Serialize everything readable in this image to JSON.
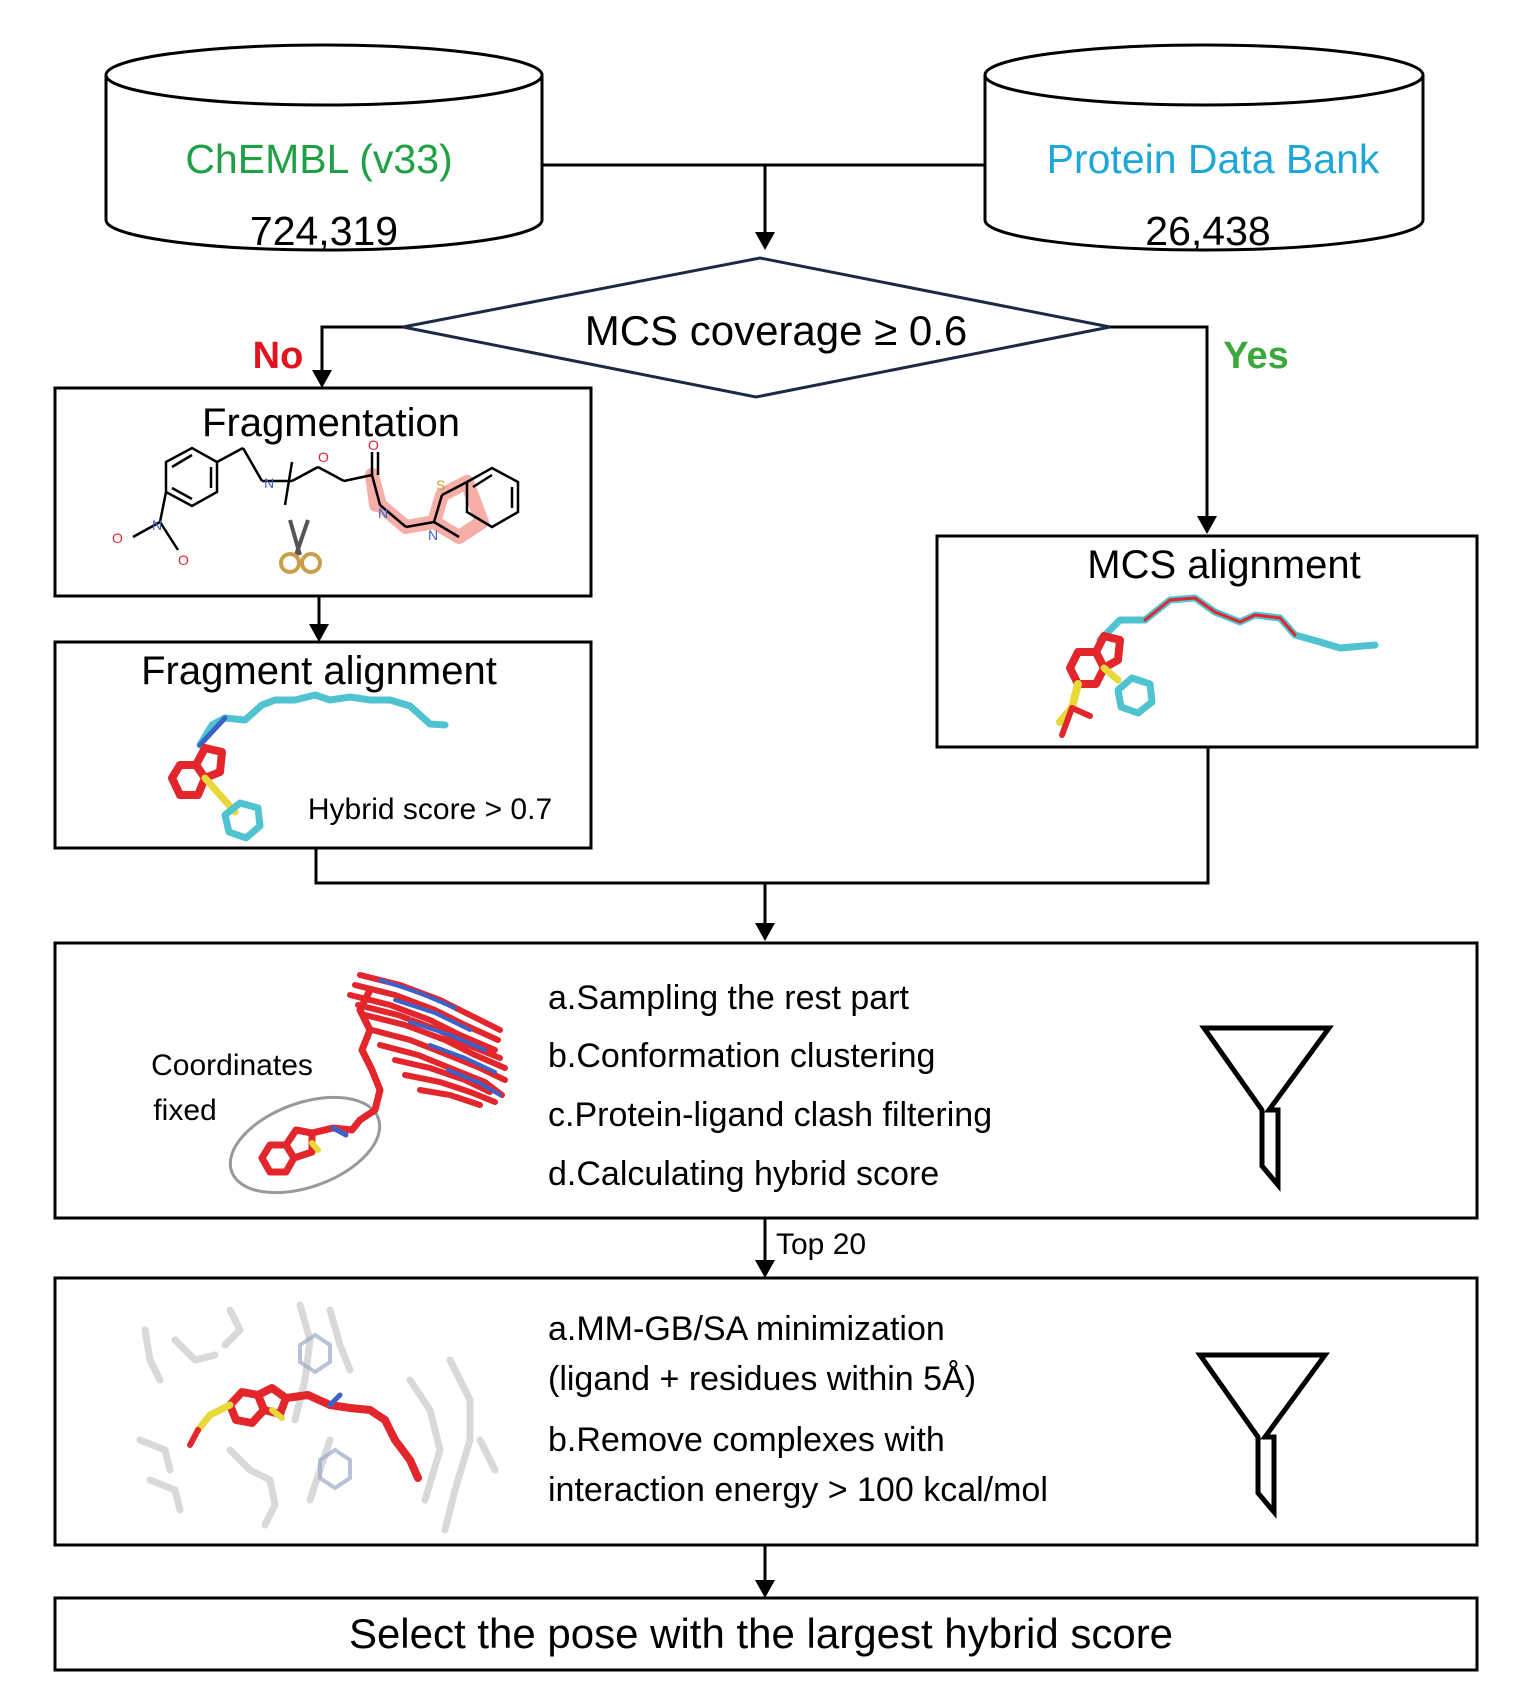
{
  "databases": {
    "chembl": {
      "name": "ChEMBL (v33)",
      "count": "724,319"
    },
    "pdb": {
      "name": "Protein Data Bank",
      "count": "26,438"
    }
  },
  "decision": {
    "label": "MCS coverage ≥ 0.6",
    "no": "No",
    "yes": "Yes"
  },
  "fragmentation": {
    "title": "Fragmentation"
  },
  "fragment_alignment": {
    "title": "Fragment alignment",
    "note": "Hybrid score > 0.7"
  },
  "mcs_alignment": {
    "title": "MCS alignment"
  },
  "sampling": {
    "side_label_line1": "Coordinates",
    "side_label_line2": "fixed",
    "steps": [
      "a.Sampling the rest part",
      "b.Conformation clustering",
      "c.Protein-ligand clash filtering",
      "d.Calculating hybrid score"
    ]
  },
  "top_label": "Top 20",
  "minimization": {
    "step_a_line1": "a.MM-GB/SA minimization",
    "step_a_line2": "(ligand + residues within  5Å)",
    "step_b_line1": "b.Remove complexes with",
    "step_b_line2": "interaction energy > 100 kcal/mol"
  },
  "final": {
    "label": "Select the pose with the largest hybrid score"
  },
  "colors": {
    "chembl": "#1fa045",
    "pdb": "#1fa6d9",
    "no": "#e0141e",
    "yes": "#3aa83a",
    "diamond": "#1b2a44",
    "ligand_red": "#e3262b",
    "ligand_cyan": "#4fc3d0",
    "ligand_blue": "#3a62c8",
    "ligand_yellow": "#e8d83a"
  }
}
